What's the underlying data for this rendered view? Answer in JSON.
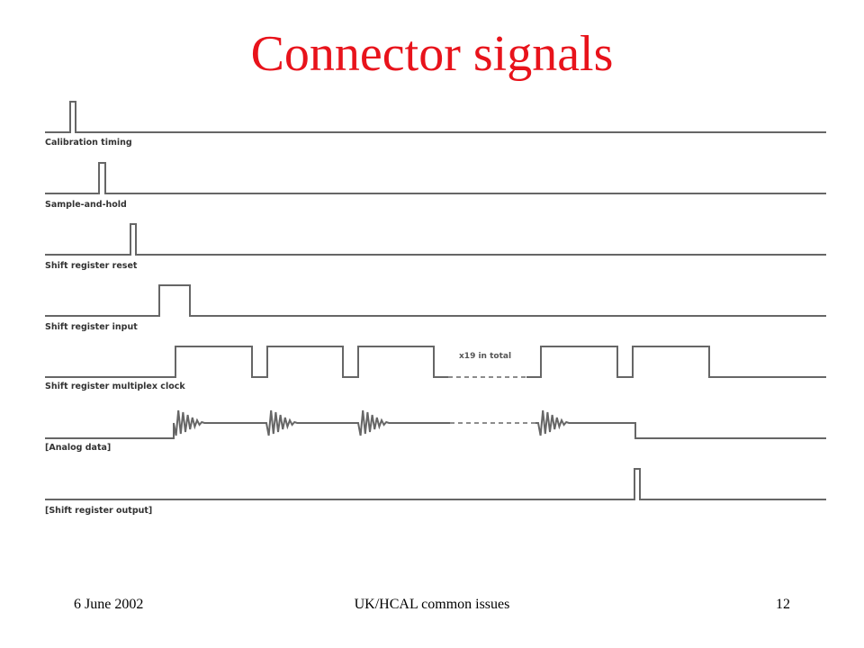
{
  "slide": {
    "title": "Connector signals",
    "title_color": "#e8131b",
    "signal_color": "#666666",
    "signals": [
      "Calibration timing",
      "Sample-and-hold",
      "Shift register reset",
      "Shift register input",
      "Shift register multiplex clock",
      "[Analog data]",
      "[Shift register output]"
    ],
    "clock_note": "x19 in total",
    "footer": {
      "date": "6 June 2002",
      "center": "UK/HCAL common issues",
      "page": "12"
    }
  }
}
